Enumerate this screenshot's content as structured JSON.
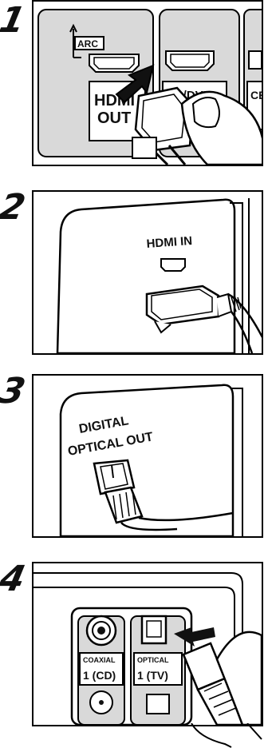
{
  "steps": [
    {
      "number": "1",
      "labels": {
        "arc": "ARC",
        "hdmi": "HDMI",
        "out": "OUT",
        "bd_dvd": "BD/DVD",
        "cut": "CE"
      }
    },
    {
      "number": "2",
      "labels": {
        "hdmi_in": "HDMI IN"
      }
    },
    {
      "number": "3",
      "labels": {
        "digital": "DIGITAL",
        "optical_out": "OPTICAL OUT"
      }
    },
    {
      "number": "4",
      "labels": {
        "coaxial": "COAXIAL",
        "coaxial_input": "1 (CD)",
        "optical": "OPTICAL",
        "optical_input": "1 (TV)"
      }
    }
  ]
}
